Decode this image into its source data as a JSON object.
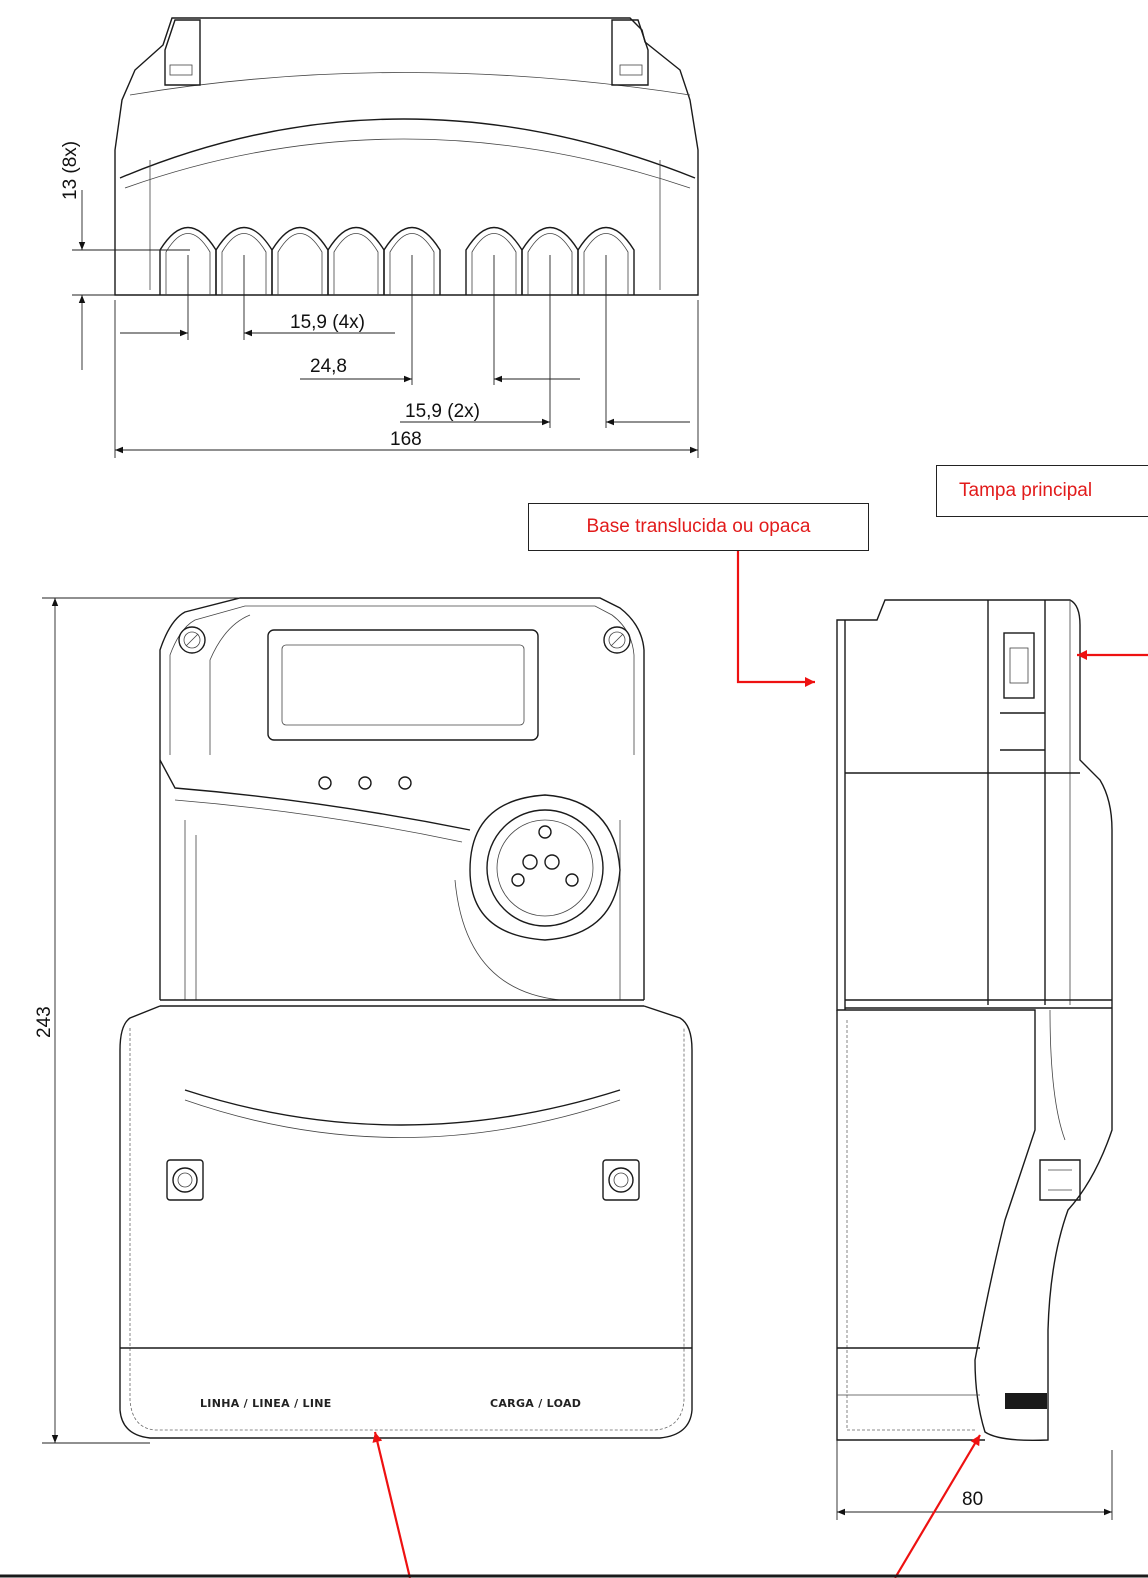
{
  "top_view": {
    "dim_height_8x": "13 (8x)",
    "dim_spacing_4x": "15,9 (4x)",
    "dim_gap": "24,8",
    "dim_spacing_2x": "15,9 (2x)",
    "dim_width": "168"
  },
  "front_view": {
    "dim_height": "243",
    "terminal_label_line": "LINHA / LINEA / LINE",
    "terminal_label_load": "CARGA / LOAD"
  },
  "side_view": {
    "dim_depth": "80"
  },
  "callouts": {
    "base": "Base translucida ou opaca",
    "cover": "Tampa principal"
  },
  "colors": {
    "callout_text": "#e21b1b",
    "leader": "#ee1111",
    "line": "#1a1a1a"
  }
}
